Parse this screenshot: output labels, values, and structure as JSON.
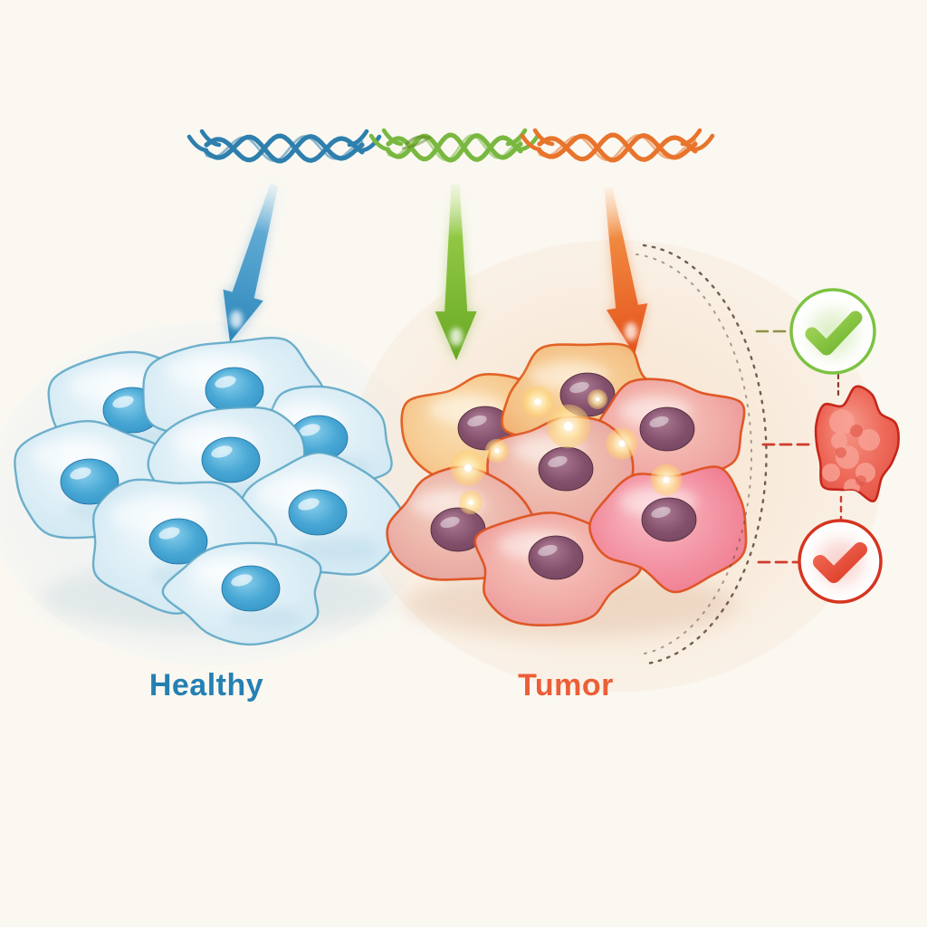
{
  "figure": {
    "background_color": "#fbf8f2",
    "dna_strands": [
      {
        "name": "blue-dna-helix",
        "color": "#2e7fad"
      },
      {
        "name": "green-dna-helix",
        "color": "#79b840"
      },
      {
        "name": "orange-dna-helix",
        "color": "#e8742c"
      }
    ],
    "arrows": [
      {
        "name": "blue-down-arrow",
        "color": "#3d97c8"
      },
      {
        "name": "green-down-arrow",
        "color": "#7ab62e"
      },
      {
        "name": "orange-down-arrow",
        "color": "#ee6325"
      }
    ],
    "healthy": {
      "label": "Healthy",
      "label_color": "#2580b2",
      "cell_count": 8,
      "cell_fill": "#cde6f1",
      "cell_outline": "#57a3c3",
      "nucleus_color": "#2f8fc2"
    },
    "tumor": {
      "label": "Tumor",
      "label_color": "#ec5e38",
      "cell_count": 7,
      "cell_outline": "#dd5220",
      "nucleus_color": "#6f4258"
    },
    "boundary_arc_color": "#5c4336",
    "indicators": [
      {
        "name": "green-check-circle",
        "ring_color": "#7dc242",
        "check_color": "#6cb32a"
      },
      {
        "name": "tumor-mass",
        "fill_color": "#ee6a5a",
        "outline_color": "#c5271b"
      },
      {
        "name": "red-check-circle",
        "ring_color": "#d6341f",
        "check_color": "#dd3b26"
      }
    ],
    "connector_colors": {
      "green": "#8e9146",
      "red": "#cf3b2c",
      "dark": "#8a3b2e"
    }
  }
}
